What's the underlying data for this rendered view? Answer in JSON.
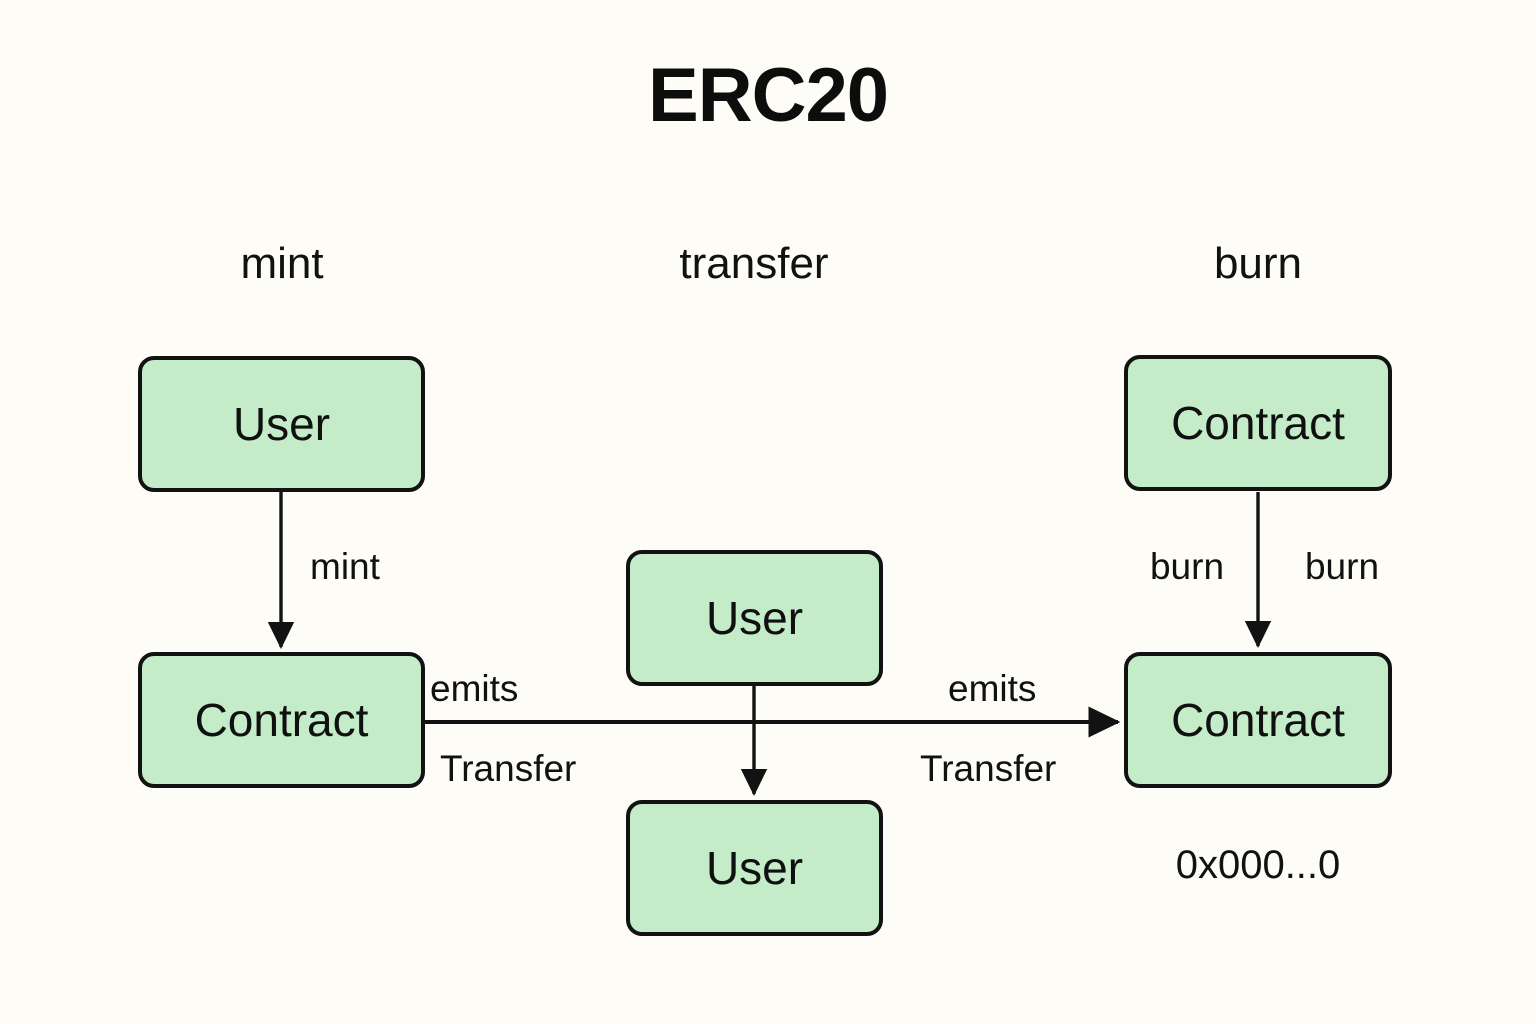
{
  "diagram": {
    "title": "ERC20",
    "background_color": "#fdfcf6",
    "node_fill_color": "#c4ecc8",
    "node_border_color": "#121212",
    "text_color": "#111111",
    "columns": [
      {
        "id": "mint",
        "label": "mint"
      },
      {
        "id": "transfer",
        "label": "transfer"
      },
      {
        "id": "burn",
        "label": "burn"
      }
    ],
    "nodes": [
      {
        "id": "mint-user",
        "label": "User",
        "column": "mint"
      },
      {
        "id": "mint-contract",
        "label": "Contract",
        "column": "mint"
      },
      {
        "id": "transfer-user-from",
        "label": "User",
        "column": "transfer"
      },
      {
        "id": "transfer-user-to",
        "label": "User",
        "column": "transfer"
      },
      {
        "id": "burn-contract-top",
        "label": "Contract",
        "column": "burn"
      },
      {
        "id": "burn-contract-bottom",
        "label": "Contract",
        "column": "burn"
      }
    ],
    "edge_labels": {
      "mint": "mint",
      "emits_left": "emits",
      "transfer_left": "Transfer",
      "emits_right": "emits",
      "transfer_right": "Transfer",
      "burn_left": "burn",
      "burn_right": "burn"
    },
    "annotations": {
      "zero_address": "0x000...0"
    }
  }
}
